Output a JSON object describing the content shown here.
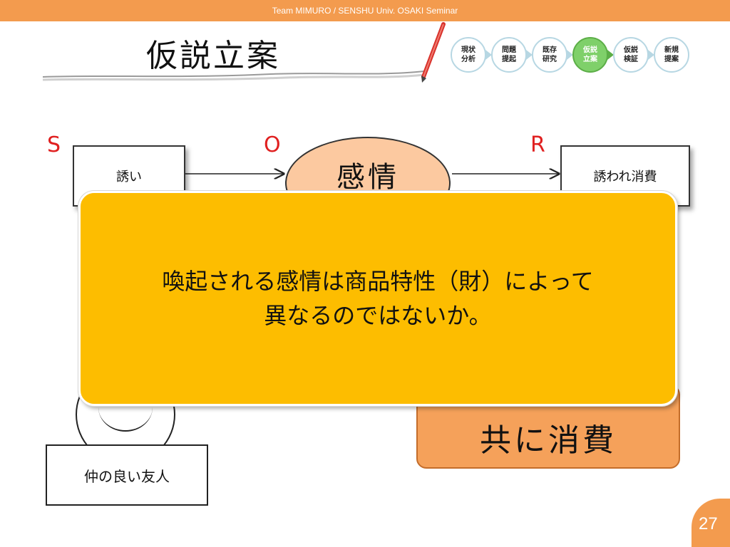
{
  "header": {
    "text": "Team MIMURO / SENSHU Univ.  OSAKI Seminar"
  },
  "slide": {
    "title": "仮説立案",
    "page_number": "27"
  },
  "steps": [
    {
      "line1": "現状",
      "line2": "分析",
      "active": false
    },
    {
      "line1": "問題",
      "line2": "提起",
      "active": false
    },
    {
      "line1": "既存",
      "line2": "研究",
      "active": false
    },
    {
      "line1": "仮説",
      "line2": "立案",
      "active": true
    },
    {
      "line1": "仮説",
      "line2": "検証",
      "active": false
    },
    {
      "line1": "新規",
      "line2": "提案",
      "active": false
    }
  ],
  "model": {
    "s_label": "S",
    "o_label": "O",
    "r_label": "R",
    "stimulus": "誘い",
    "organism": "感情",
    "response": "誘われ消費"
  },
  "friend": {
    "label": "仲の良い友人"
  },
  "consume": {
    "label": "共に消費"
  },
  "callout": {
    "text": "喚起される感情は商品特性（財）によって\n異なるのではないか。"
  },
  "colors": {
    "accent": "#f39b4e",
    "callout": "#fdbd00",
    "emotion_fill": "#fcc9a0",
    "sor_red": "#e02020",
    "active_step": "#7fd06a"
  }
}
